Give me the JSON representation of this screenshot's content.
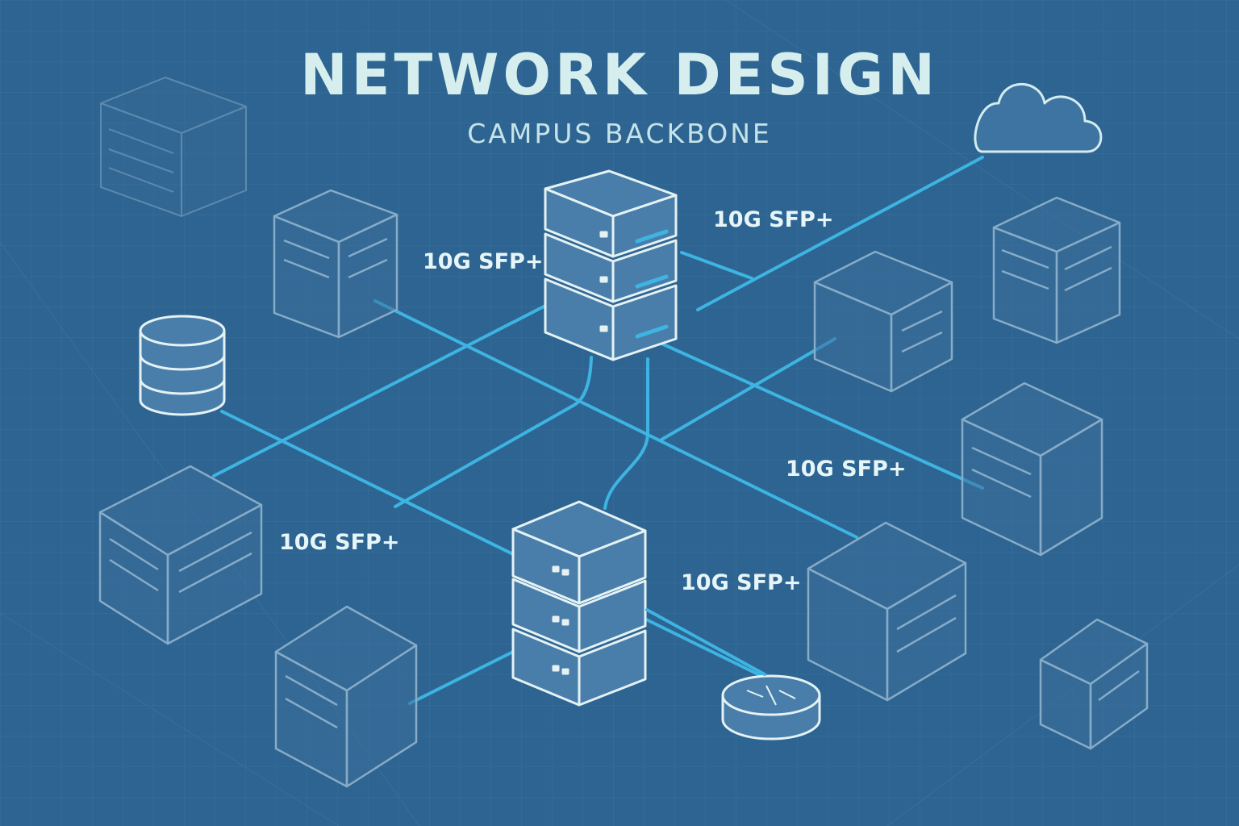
{
  "diagram": {
    "title": "NETWORK DESIGN",
    "subtitle": "CAMPUS BACKBONE",
    "link_labels": [
      "10G SFP+",
      "10G SFP+",
      "10G SFP+",
      "10G SFP+",
      "10G SFP+"
    ],
    "colors": {
      "background": "#2e6491",
      "grid": "#3b709b",
      "link": "#3db4e2",
      "device_outline": "#e4f2f4",
      "building_outline": "#86acc8",
      "cloud_outline": "#d2ecf0"
    }
  }
}
